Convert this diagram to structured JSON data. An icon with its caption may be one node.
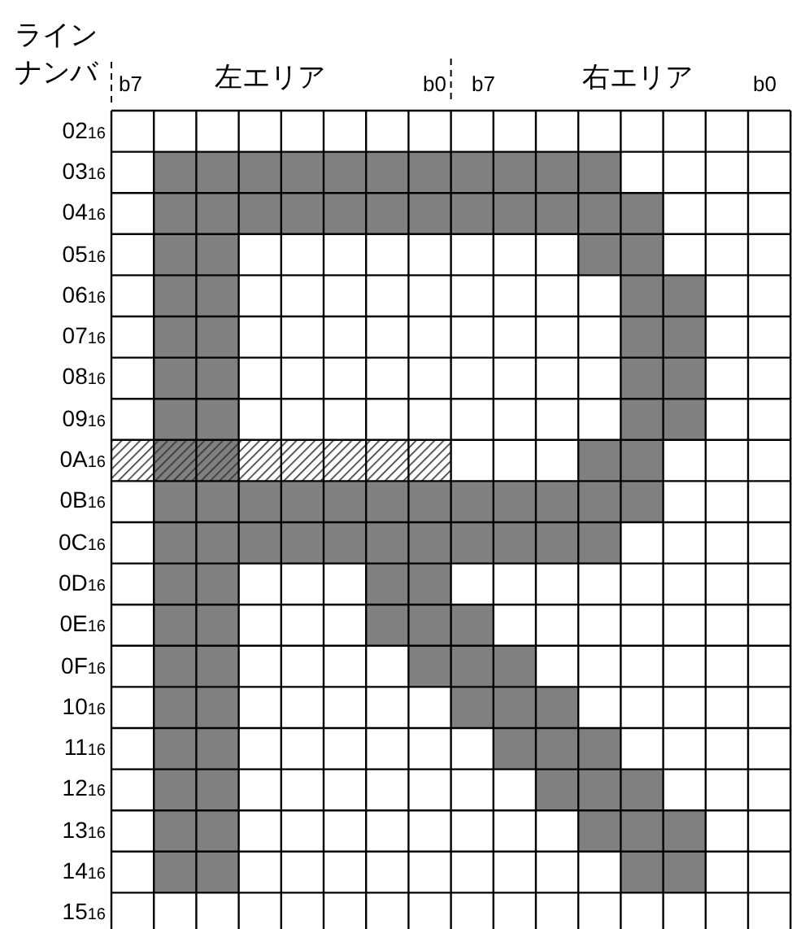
{
  "diagram": {
    "labels": [
      "ラインナンバ",
      "b7",
      "左エリア",
      "b0",
      "b7",
      "右エリア",
      "b0",
      "02$_{16}$",
      "03$_{16}$",
      "04$_{16}$",
      "05$_{16}$",
      "06$_{16}$",
      "07$_{16}$",
      "08$_{16}$",
      "09$_{16}$",
      "0A$_{16}$",
      "0B$_{16}$",
      "0C$_{16}$",
      "0D$_{16}$",
      "0E$_{16}$",
      "0F$_{16}$",
      "10$_{16}$",
      "11$_{16}$",
      "12$_{16}$",
      "13$_{16}$",
      "14$_{16}$",
      "15$_{16}$"
    ]
  }
}
